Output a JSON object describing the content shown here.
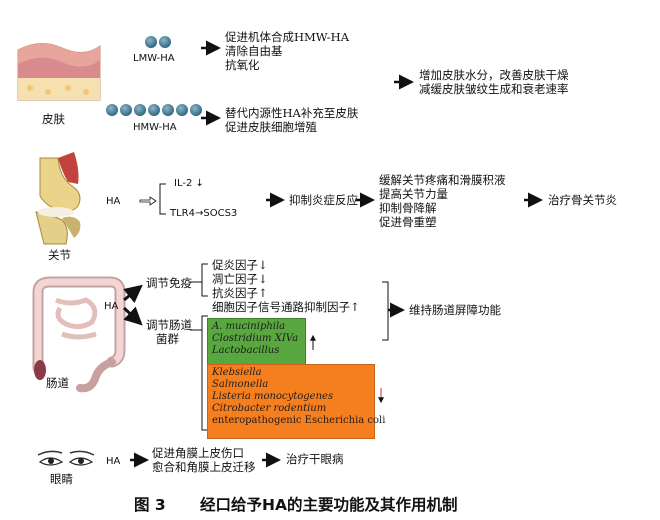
{
  "skin": {
    "label": "皮肤",
    "lmw_label": "LMW-HA",
    "hmw_label": "HMW-HA",
    "lmw_effects": [
      "促进机体合成HMW-HA",
      "清除自由基",
      "抗氧化"
    ],
    "hmw_effects": [
      "替代内源性HA补充至皮肤",
      "促进皮肤细胞增殖"
    ],
    "outcome": [
      "增加皮肤水分，改善皮肤干燥",
      "减缓皮肤皱纹生成和衰老速率"
    ]
  },
  "joint": {
    "label": "关节",
    "ha": "HA",
    "il2": "IL-2 ↓",
    "tlr": "TLR4→SOCS3",
    "inhibit": "抑制炎症反应",
    "effects": [
      "缓解关节疼痛和滑膜积液",
      "提高关节力量",
      "抑制骨降解",
      "促进骨重塑"
    ],
    "outcome": "治疗骨关节炎"
  },
  "gut": {
    "label": "肠道",
    "ha": "HA",
    "immune": "调节免疫",
    "flora": [
      "调节肠道",
      "菌群"
    ],
    "factors": [
      "促炎因子↓",
      "凋亡因子↓",
      "抗炎因子↑",
      "细胞因子信号通路抑制因子↑"
    ],
    "outcome": "维持肠道屏障功能",
    "beneficial": [
      "A. muciniphila",
      "Clostridium XIVa",
      "Lactobacillus"
    ],
    "harmful": [
      "Klebsiella",
      "Salmonella",
      "Listeria monocytogenes",
      "Citrobacter rodentium",
      "enteropathogenic Escherichia coli"
    ]
  },
  "eye": {
    "label": "眼睛",
    "ha": "HA",
    "effects": [
      "促进角膜上皮伤口",
      "愈合和角膜上皮迁移"
    ],
    "outcome": "治疗干眼病"
  },
  "caption": {
    "number": "图 3",
    "title": "经口给予HA的主要功能及其作用机制"
  }
}
